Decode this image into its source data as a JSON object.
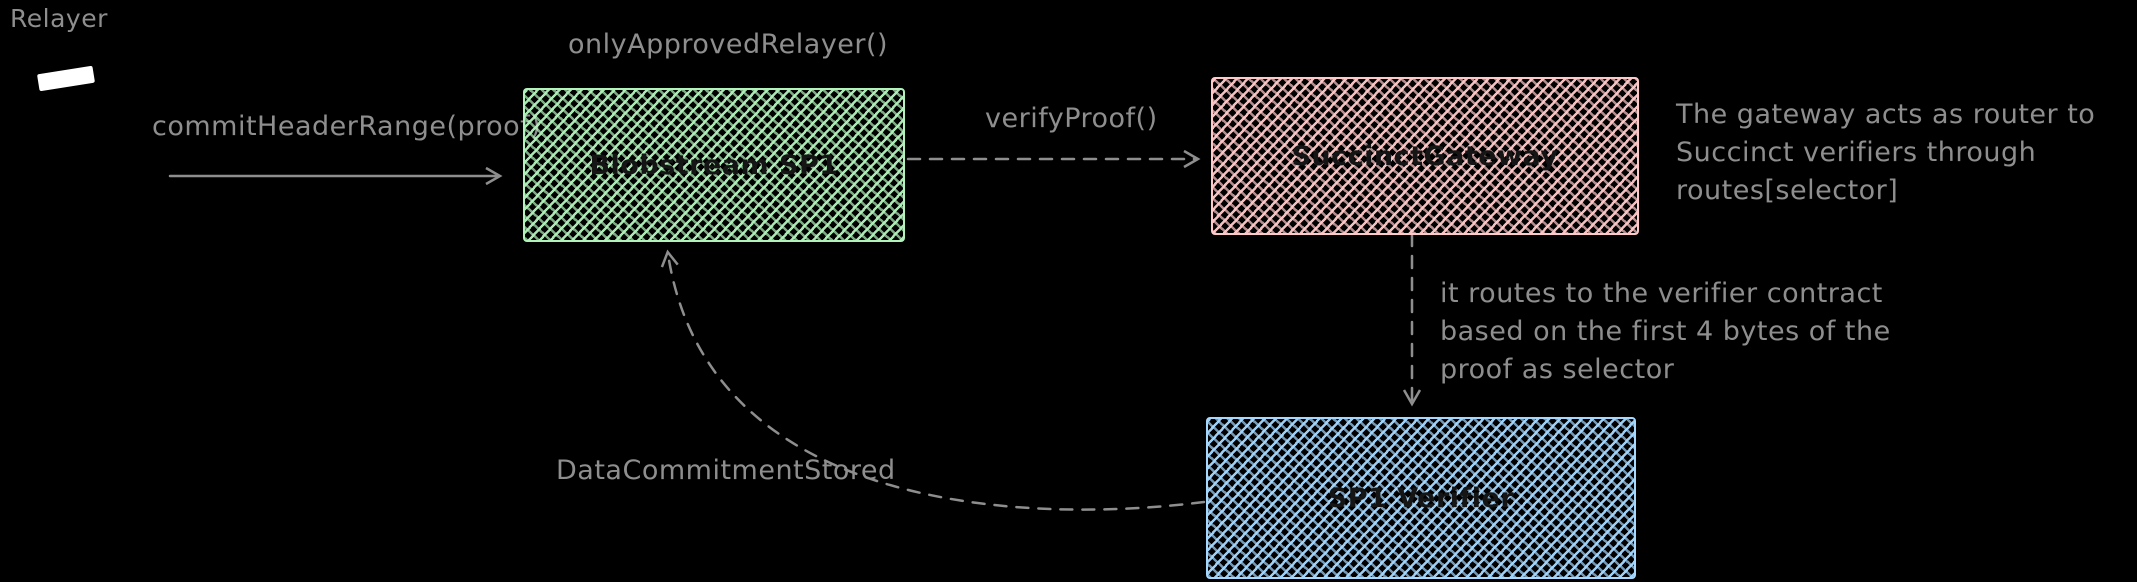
{
  "canvas": {
    "background": "#000000",
    "text_color": "#8e8e8e"
  },
  "actor": {
    "label": "Relayer"
  },
  "nodes": {
    "blobstream": {
      "label": "Blobstream SP1",
      "color": "#b2f2bb"
    },
    "gateway": {
      "label": "SuccinctGateway",
      "color": "#ffc9c9"
    },
    "verifier": {
      "label": "SP1 Verifier",
      "color": "#a5d8ff"
    }
  },
  "edges": {
    "commit": {
      "label": "commitHeaderRange(proof)",
      "style": "solid"
    },
    "verify": {
      "label": "verifyProof()",
      "style": "dashed"
    },
    "route": {
      "label": "",
      "style": "dashed"
    },
    "callback": {
      "label": "DataCommitmentStored",
      "style": "dashed"
    }
  },
  "annotations": {
    "only_approved": "onlyApprovedRelayer()",
    "gateway_note": "The gateway acts as router to\nSuccinct verifiers through\nroutes[selector]",
    "routing_note": "it routes to the verifier contract\nbased on the first 4 bytes of the\nproof as selector"
  }
}
